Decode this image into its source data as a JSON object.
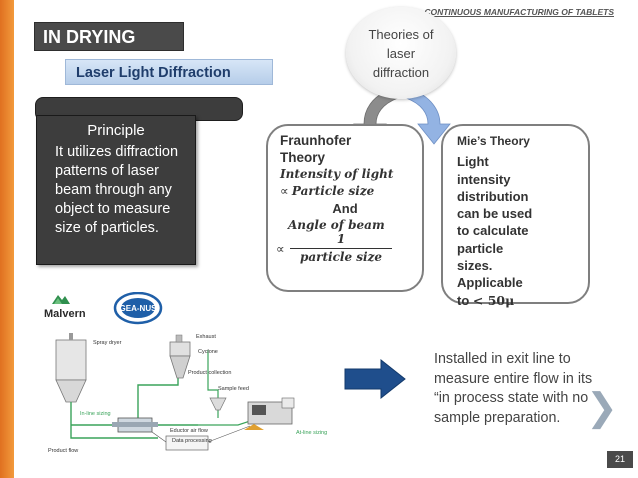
{
  "header": {
    "text": "CONTINUOUS MANUFACTURING OF TABLETS"
  },
  "slide": {
    "title": "IN DRYING",
    "subtitle": "Laser Light Diffraction",
    "page_number": "21"
  },
  "theories_bubble": {
    "text": "Theories of laser diffraction"
  },
  "principle": {
    "heading": "Principle",
    "body": "It utilizes diffraction patterns of laser beam through any object to measure size of particles."
  },
  "fraunhofer": {
    "title_line1": "Fraunhofer",
    "title_line2": "Theory",
    "math_intensity": "Intensity of light",
    "prop": "∝",
    "math_particle": "Particle size",
    "and": "And",
    "math_angle": "Angle of beam",
    "frac_num": "1",
    "frac_den": "particle size"
  },
  "mie": {
    "title": "Mie’s Theory",
    "line1": "Light",
    "line2": "intensity",
    "line3": "distribution",
    "line4": "can be used",
    "line5": "to calculate",
    "line6": "particle",
    "line7": "sizes.",
    "line8": "Applicable",
    "line9_prefix": "to",
    "line9_math": "< 50μ"
  },
  "info": {
    "text": "Installed in exit line to measure entire flow in its “in process state with no sample preparation."
  },
  "logos": {
    "malvern": "Malvern",
    "gea": "GEA-NUS"
  },
  "diagram": {
    "spray_dryer": "Spray dryer",
    "exhaust": "Exhaust",
    "cyclone": "Cyclone",
    "product_collection": "Product collection",
    "sample_feed": "Sample feed",
    "inline_sizing": "In-line sizing",
    "eductor": "Eductor air flow",
    "data_processing": "Data processing",
    "product_flow": "Product flow",
    "atline_sizing": "At-line sizing"
  },
  "colors": {
    "stripe": "#e87a24",
    "dark_box": "#3d3d3d",
    "subtitle_bg": "#c7daf1",
    "arrow_gray": "#808080",
    "arrow_blue": "#8fb0e0",
    "big_arrow": "#1f4e8c",
    "chevron": "#9aa9b8"
  }
}
